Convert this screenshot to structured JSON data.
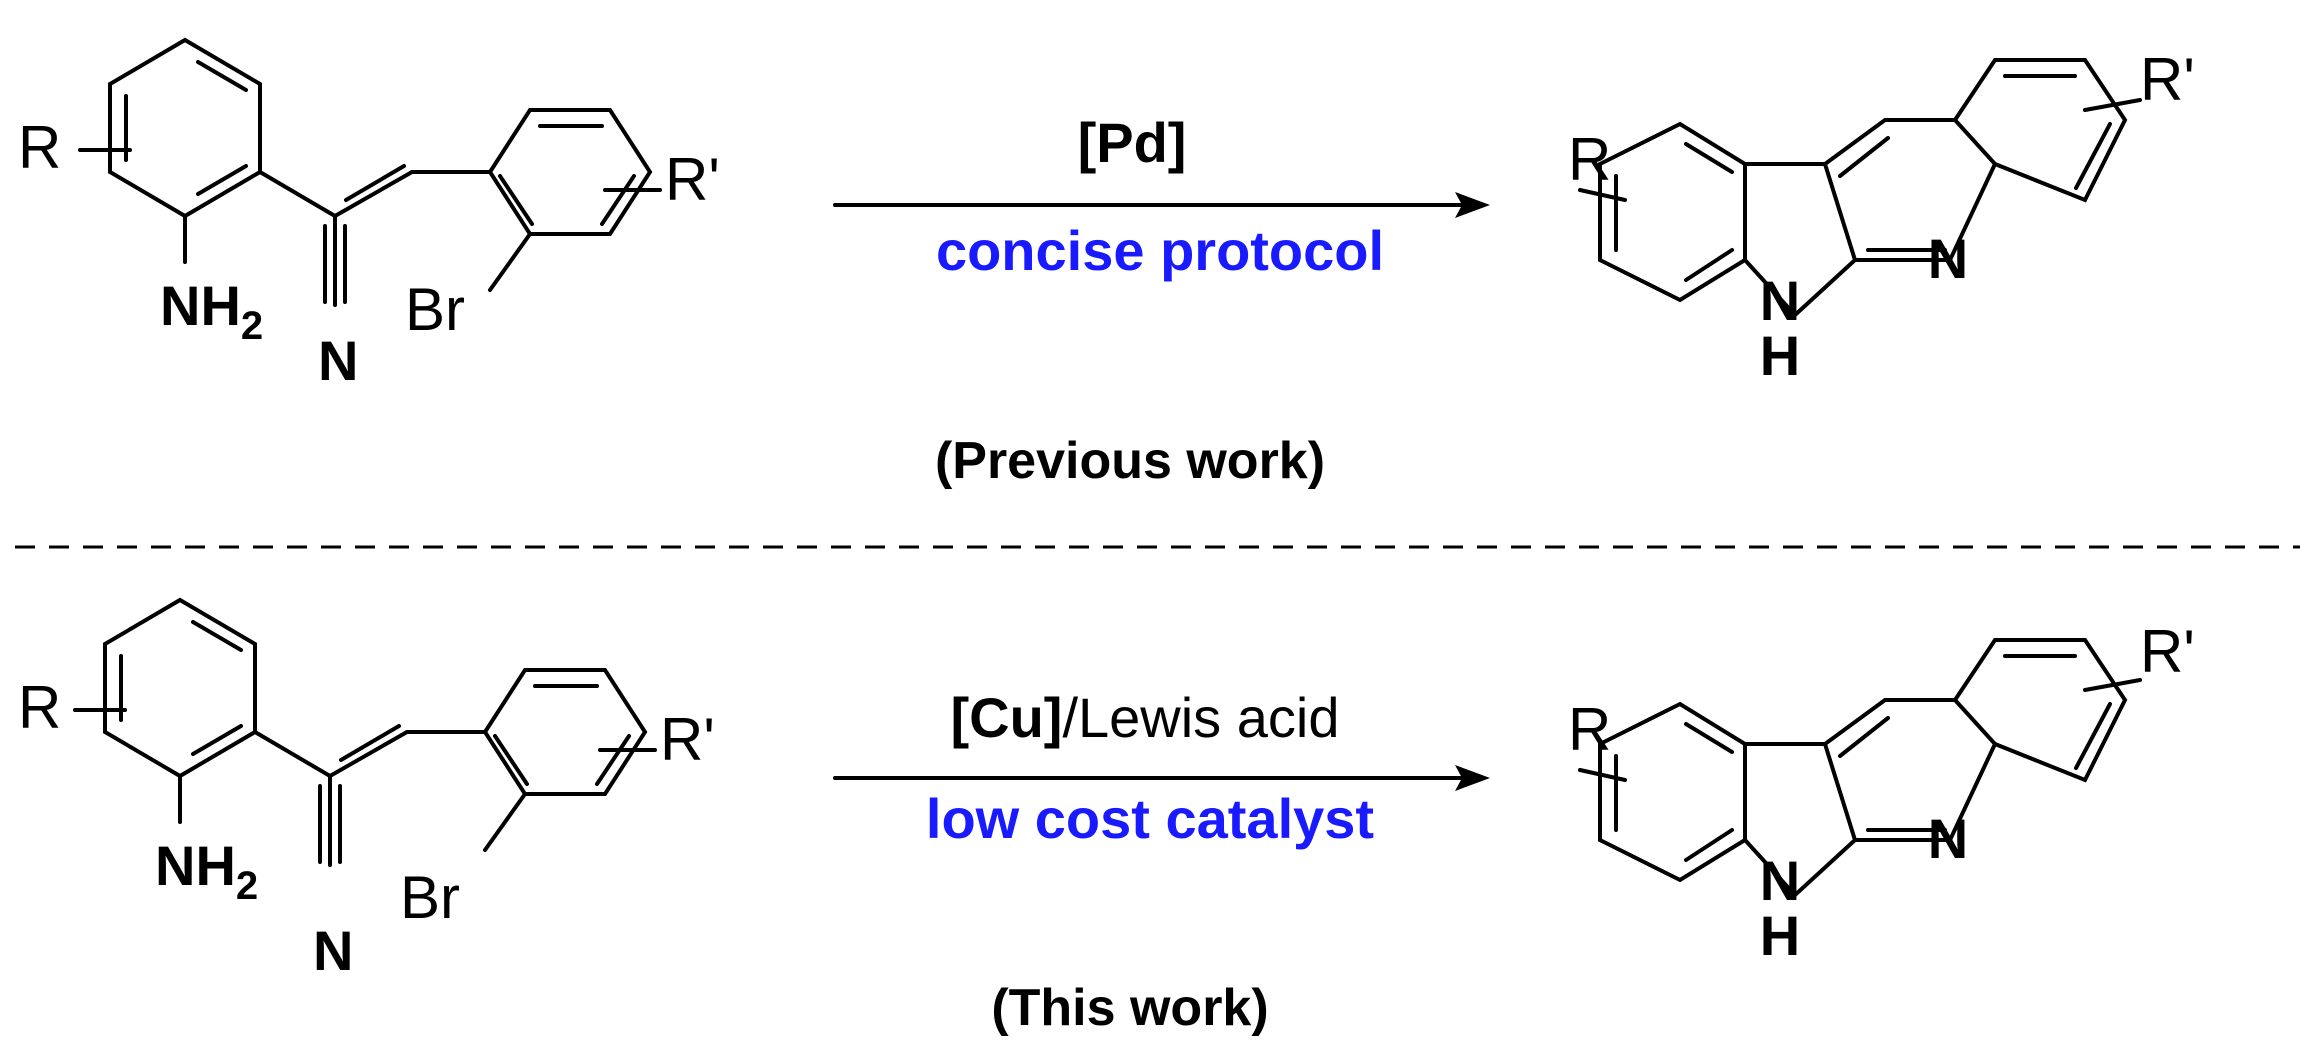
{
  "colors": {
    "accent": "#1a1aff",
    "ink": "#000000"
  },
  "atoms": {
    "r": "R",
    "r_prime": "R'",
    "n": "N",
    "h": "H",
    "br": "Br",
    "nh2_main": "NH",
    "nh2_sub": "2"
  },
  "previous": {
    "reagent": "[Pd]",
    "highlight": "concise protocol",
    "caption": "(Previous work)"
  },
  "current": {
    "reagent_bold": "[Cu]",
    "reagent_rest": "/Lewis acid",
    "highlight": "low cost catalyst",
    "caption": "(This work)"
  }
}
